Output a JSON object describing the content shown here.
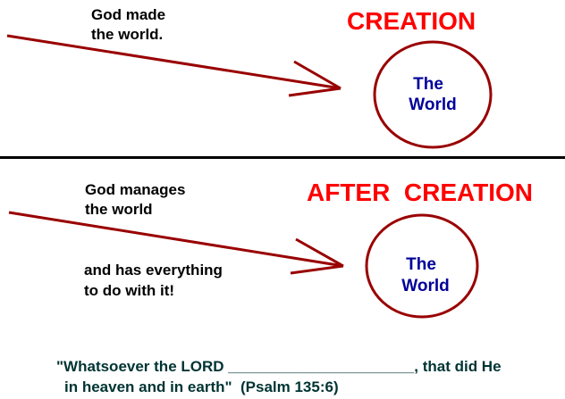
{
  "creation": {
    "title": "CREATION",
    "caption_lines": [
      "God made",
      "the world."
    ],
    "circle_label": [
      "The",
      "World"
    ]
  },
  "after_creation": {
    "title": "AFTER  CREATION",
    "caption_lines": [
      "God manages",
      "the world"
    ],
    "caption2_lines": [
      "and has everything",
      "to do with it!"
    ],
    "circle_label": [
      "The",
      "World"
    ]
  },
  "quote": {
    "line1": "\"Whatsoever the LORD ______________________, that did He",
    "line2": "in heaven and in earth\"  (Psalm 135:6)"
  },
  "colors": {
    "arrow": "#990000",
    "title": "#ff0000",
    "world": "#000099",
    "quote": "#003333"
  }
}
